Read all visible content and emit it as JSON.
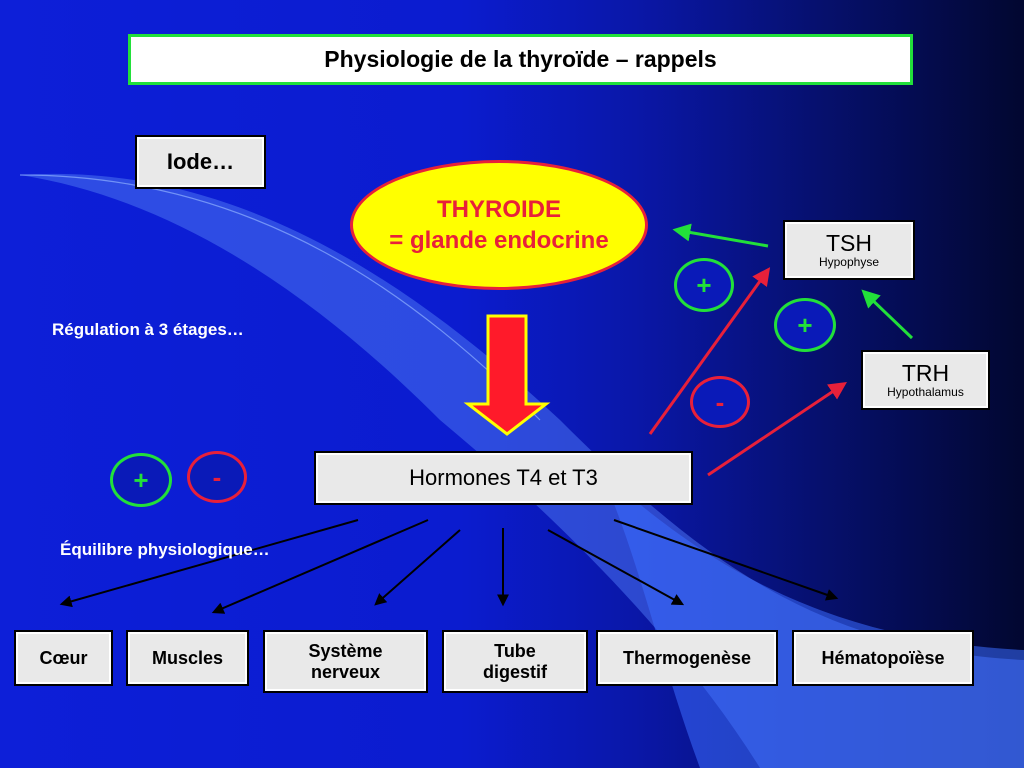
{
  "title": "Physiologie de la thyroïde – rappels",
  "iode": "Iode…",
  "thyroide": {
    "line1": "THYROIDE",
    "line2": "= glande endocrine"
  },
  "tsh": {
    "name": "TSH",
    "sub": "Hypophyse"
  },
  "trh": {
    "name": "TRH",
    "sub": "Hypothalamus"
  },
  "regulation": "Régulation à 3 étages…",
  "equilibre": "Équilibre physiologique…",
  "hormones": "Hormones T4 et T3",
  "signs": {
    "plus": "+",
    "minus": "-"
  },
  "targets": [
    {
      "line1": "Cœur",
      "line2": ""
    },
    {
      "line1": "Muscles",
      "line2": ""
    },
    {
      "line1": "Système",
      "line2": "nerveux"
    },
    {
      "line1": "Tube",
      "line2": "digestif"
    },
    {
      "line1": "Thermogenèse",
      "line2": ""
    },
    {
      "line1": "Hématopoïèse",
      "line2": ""
    }
  ],
  "colors": {
    "plus": "#22e03a",
    "minus": "#e8203a",
    "thyroide_fill": "#ffff00",
    "thyroide_text": "#e8203a",
    "title_border": "#22e03a"
  }
}
